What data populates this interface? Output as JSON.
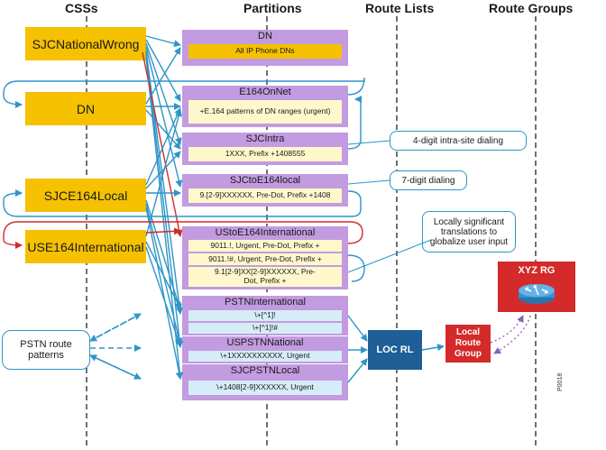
{
  "headers": {
    "css": "CSSs",
    "partitions": "Partitions",
    "route_lists": "Route Lists",
    "route_groups": "Route Groups"
  },
  "css_boxes": {
    "sjc_national_wrong": "SJCNationalWrong",
    "dn": "DN",
    "sjce164_local": "SJCE164Local",
    "use164_international": "USE164International"
  },
  "partitions": {
    "dn": {
      "title": "DN",
      "patterns": [
        "All IP Phone DNs"
      ]
    },
    "e164_onnet": {
      "title": "E164OnNet",
      "patterns": [
        "+E.164 patterns of DN ranges (urgent)"
      ]
    },
    "sjc_intra": {
      "title": "SJCIntra",
      "patterns": [
        "1XXX, Prefix +1408555"
      ]
    },
    "sjc_to_e164_local": {
      "title": "SJCtoE164local",
      "patterns": [
        "9.[2-9]XXXXXX, Pre-Dot, Prefix +1408"
      ]
    },
    "us_to_e164_international": {
      "title": "UStoE164International",
      "patterns": [
        "9011.!, Urgent, Pre-Dot, Prefix +",
        "9011.!#, Urgent, Pre-Dot, Prefix +",
        "9.1[2-9]XX[2-9]XXXXXX, Pre-Dot, Prefix +"
      ]
    },
    "pstn_international": {
      "title": "PSTNInternational",
      "patterns": [
        "\\+[^1]!",
        "\\+[^1]!#"
      ]
    },
    "us_pstn_national": {
      "title": "USPSTNNational",
      "patterns": [
        "\\+1XXXXXXXXXX, Urgent"
      ]
    },
    "sjc_pstn_local": {
      "title": "SJCPSTNLocal",
      "patterns": [
        "\\+1408[2-9]XXXXXX, Urgent"
      ]
    }
  },
  "callouts": {
    "intra_site": "4-digit intra-site dialing",
    "seven_digit": "7-digit dialing",
    "locally_significant": "Locally significant translations to globalize user input"
  },
  "route_list": {
    "label": "LOC RL"
  },
  "local_route_group": {
    "label": "Local Route Group"
  },
  "route_group": {
    "label": "XYZ RG"
  },
  "pstn_route_patterns": {
    "label": "PSTN route patterns"
  },
  "figure_id": "P0018",
  "colors": {
    "css_yellow": "#f5c100",
    "partition_purple": "#c39be0",
    "pattern_light_yellow": "#fff8cc",
    "pattern_light_blue": "#d6ecf7",
    "line_blue": "#2e95c8",
    "line_red": "#d42a2a",
    "route_list_blue": "#1f5e96",
    "route_group_red": "#d42a2a",
    "router_icon_blue": "#3a8fd0"
  }
}
